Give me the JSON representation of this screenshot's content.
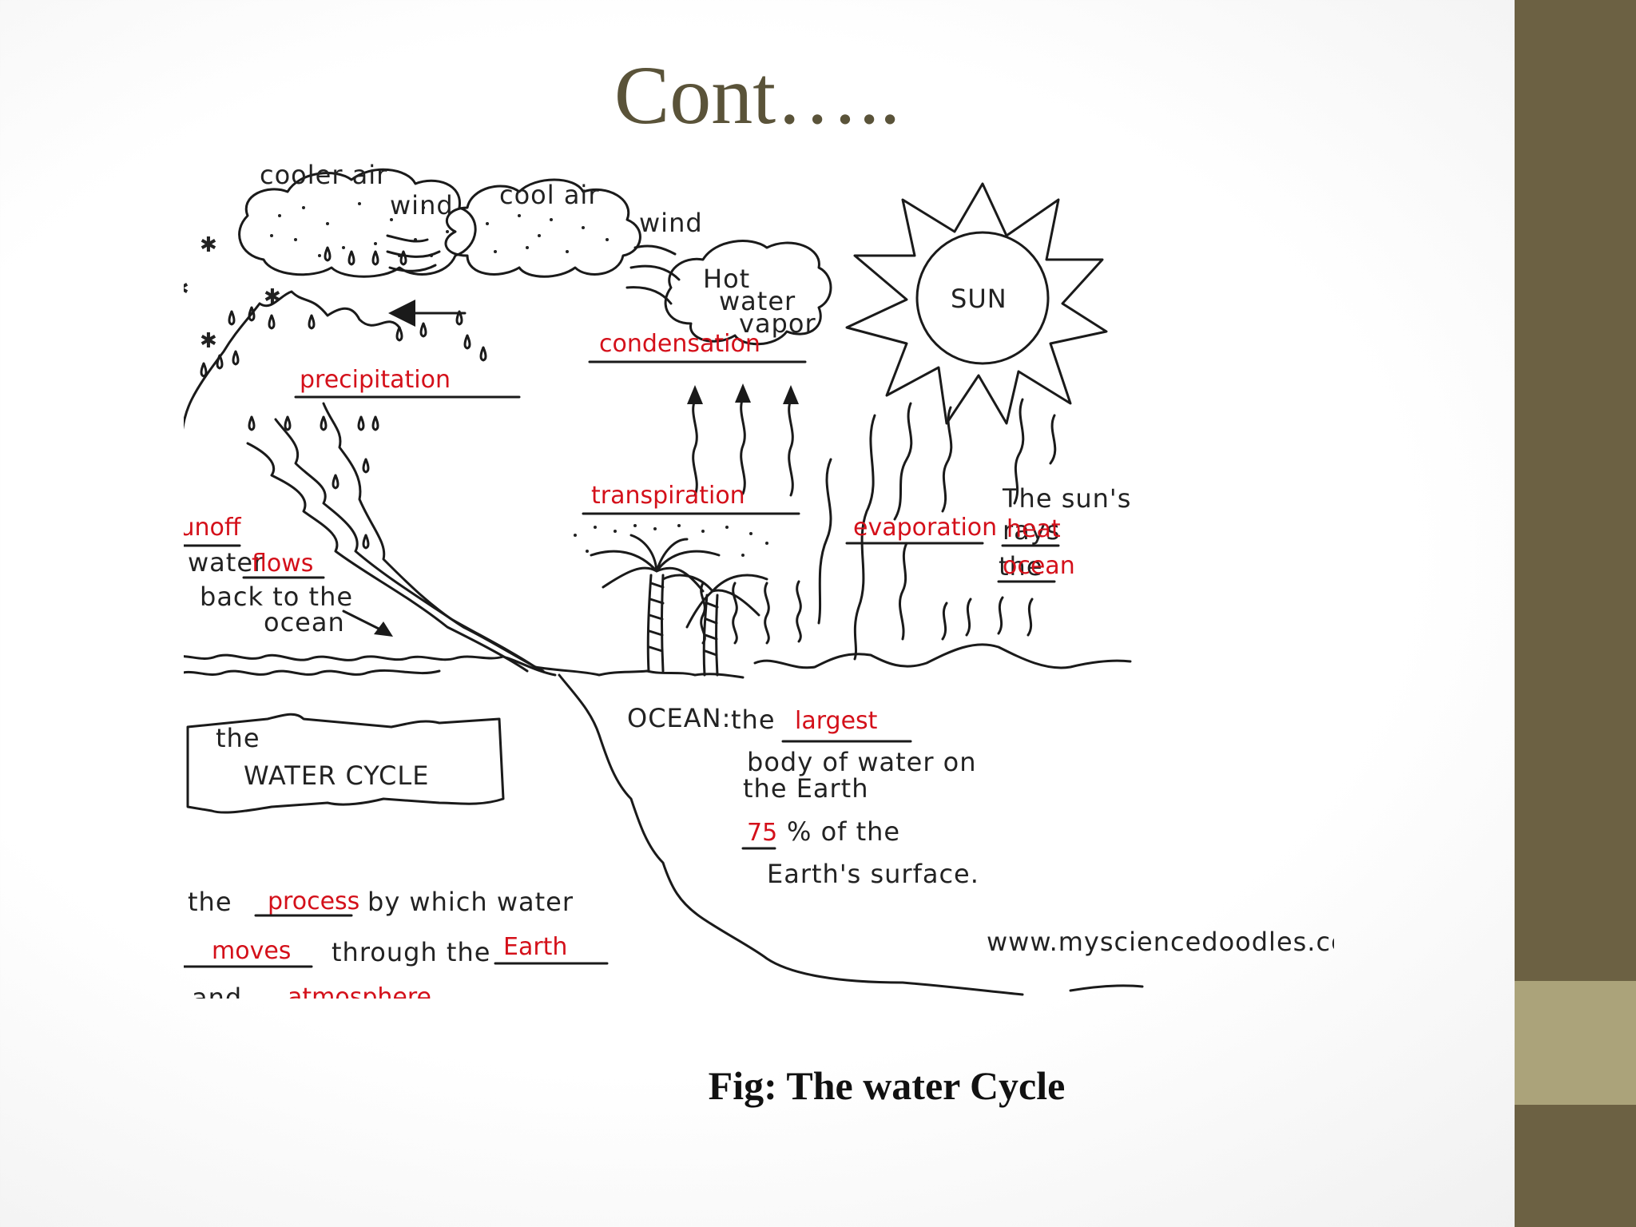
{
  "slide": {
    "title": "Cont…..",
    "caption": "Fig: The water Cycle"
  },
  "diagram": {
    "labels": {
      "cooler_air": "cooler air",
      "wind_left": "wind",
      "cool_air": "cool air",
      "wind_right": "wind",
      "sun": "SUN",
      "hot_water_vapor_1": "Hot",
      "hot_water_vapor_2": "water",
      "hot_water_vapor_3": "vapor",
      "condensation": "condensation",
      "precipitation": "precipitation",
      "transpiration": "transpiration",
      "evaporation": "evaporation",
      "runoff": "Runoff",
      "water": "water",
      "flows": "flows",
      "back_to_the": "back to the",
      "ocean_word": "ocean",
      "suns_rays_1": "The sun's",
      "suns_rays_2": "rays",
      "heat": "heat",
      "the_word": "the",
      "ocean_red": "ocean",
      "ocean_title": "OCEAN:",
      "ocean_the": "the",
      "largest": "largest",
      "body_of_water": "body of water on",
      "the_earth": "the Earth",
      "seventy_five": "75",
      "pct_of_the": "% of the",
      "earths_surface": "Earth's surface.",
      "banner_the": "the",
      "banner_water_cycle": "WATER CYCLE",
      "def_the": "the",
      "process": "process",
      "by_which_water": "by which water",
      "moves": "moves",
      "through_the": "through the",
      "earth_red": "Earth",
      "and_word": "and",
      "atmosphere": "atmosphere",
      "period": ".",
      "website": "www.mysciencedoodles.com"
    },
    "colors": {
      "ink": "#1a1a1a",
      "fill_in_red": "#d4101a"
    }
  }
}
